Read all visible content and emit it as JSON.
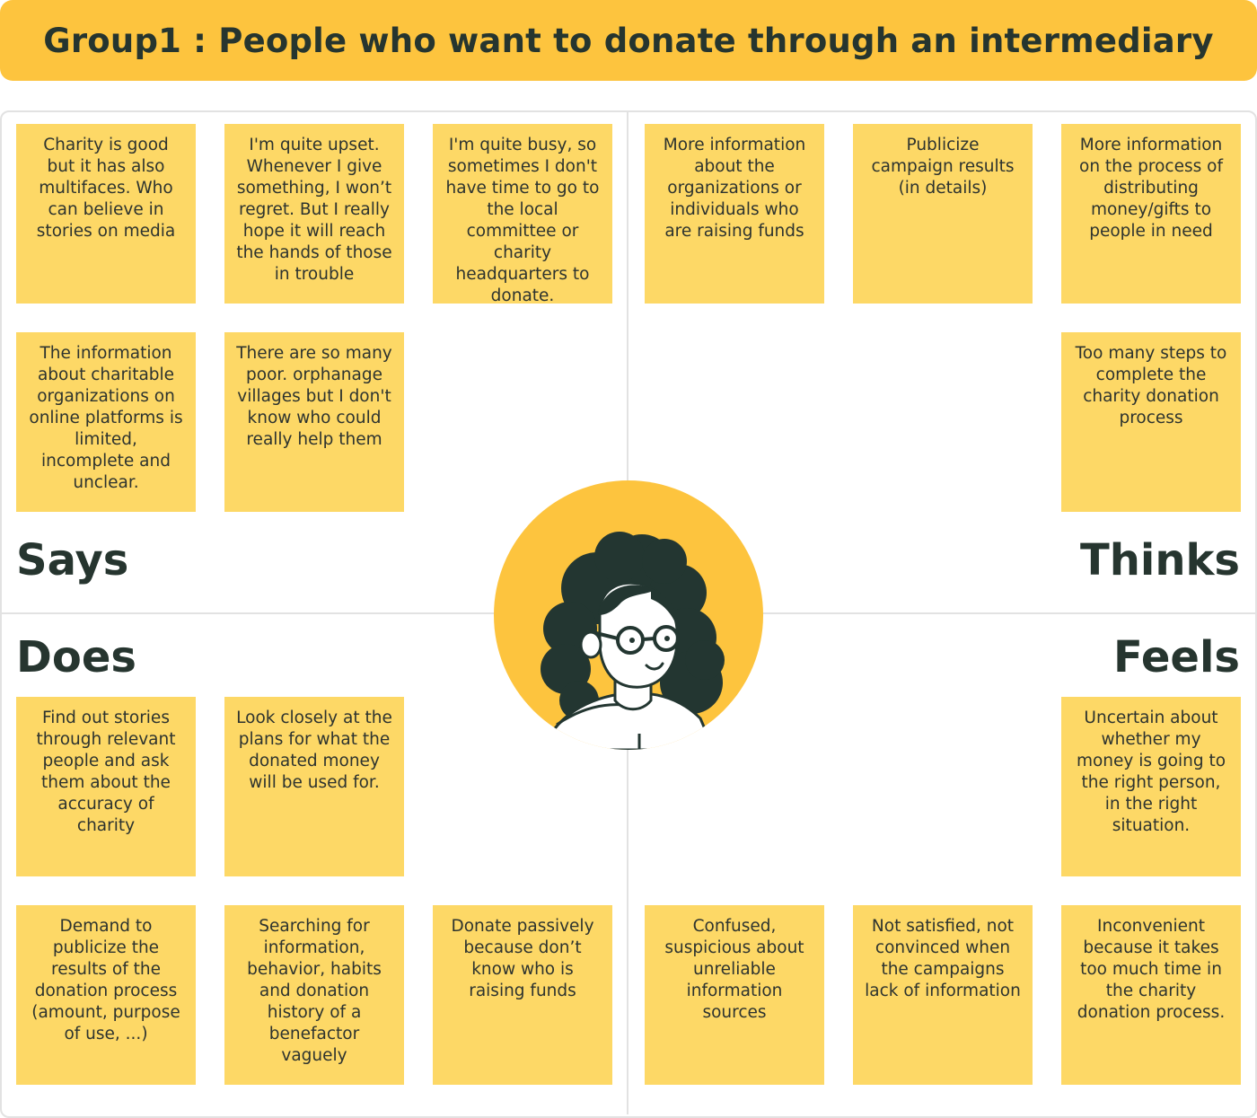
{
  "title": "Group1 : People who want to donate through an intermediary",
  "quadrants": {
    "says": {
      "label": "Says",
      "notes": [
        "Charity is good but it has also multifaces. Who can believe in stories on media",
        "I'm quite upset. Whenever I give something, I won’t regret. But I really hope it will reach the hands of those in trouble",
        "I'm quite busy, so sometimes I don't have time to go to the local committee or charity headquarters to donate.",
        "The information about charitable organizations on online platforms is limited, incomplete and unclear.",
        "There are so many poor. orphanage villages but I don't know who could really help them"
      ]
    },
    "thinks": {
      "label": "Thinks",
      "notes": [
        "More information about the organizations or individuals who are raising funds",
        "Publicize campaign results (in details)",
        "More information on the process of distributing money/gifts to people in need",
        "Too many steps to complete the charity donation process"
      ]
    },
    "does": {
      "label": "Does",
      "notes": [
        "Find out stories through relevant people and ask them about the accuracy of charity",
        "Look closely at the plans for what the donated money will be used for.",
        "Demand to publicize the results of the donation process (amount, purpose of use, ...)",
        "Searching for information, behavior, habits and donation history of a benefactor vaguely",
        "Donate passively because don’t know who is raising funds"
      ]
    },
    "feels": {
      "label": "Feels",
      "notes": [
        "Uncertain about whether my money is going to the right person, in the right situation.",
        "Confused, suspicious about unreliable information sources",
        "Not satisfied, not convinced when the campaigns lack of information",
        "Inconvenient because it takes too much time in the charity donation process."
      ]
    }
  },
  "colors": {
    "header": "#fdc43e",
    "sticky_note": "#fdd866",
    "avatar_circle": "#fdc43e",
    "text_dark": "#26352f",
    "divider": "#e2e2e2"
  },
  "avatar": {
    "icon": "persona-avatar-icon"
  }
}
